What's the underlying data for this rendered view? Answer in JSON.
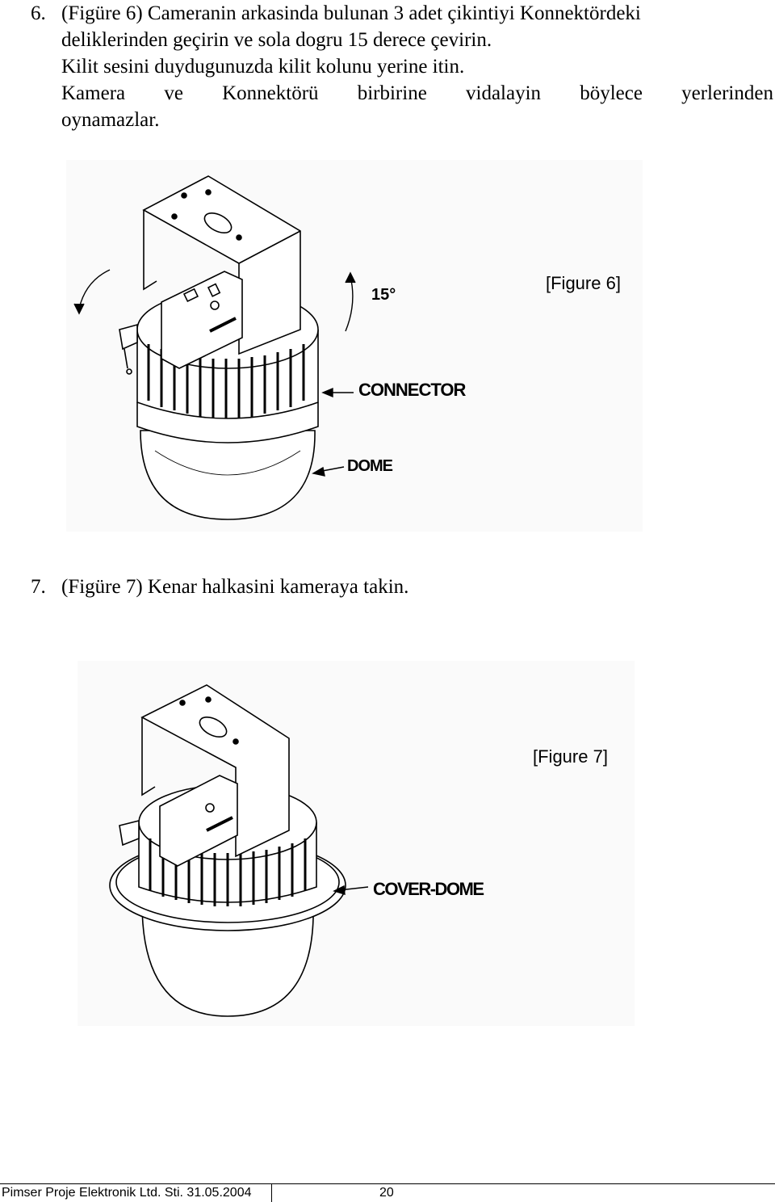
{
  "step6": {
    "number": "6.",
    "lines": [
      "(Figüre 6) Cameranin arkasinda bulunan 3 adet çikintiyi Konnektördeki",
      "deliklerinden geçirin ve sola dogru 15 derece çevirin.",
      "Kilit sesini duydugunuzda kilit kolunu yerine itin."
    ],
    "justified_words": [
      "Kamera",
      "ve",
      "Konnektörü",
      "birbirine",
      "vidalayin",
      "böylece",
      "yerlerinden"
    ],
    "last_line": "oynamazlar."
  },
  "figure6": {
    "caption": "[Figure 6]",
    "angle_label": "15°",
    "labels": {
      "connector": "CONNECTOR",
      "dome": "DOME"
    }
  },
  "step7": {
    "number": "7.",
    "text": "(Figüre 7) Kenar halkasini kameraya takin."
  },
  "figure7": {
    "caption": "[Figure 7]",
    "labels": {
      "cover_dome": "COVER-DOME"
    }
  },
  "footer": {
    "company": "Pimser Proje Elektronik Ltd. Sti. 31.05.2004",
    "page": "20"
  }
}
